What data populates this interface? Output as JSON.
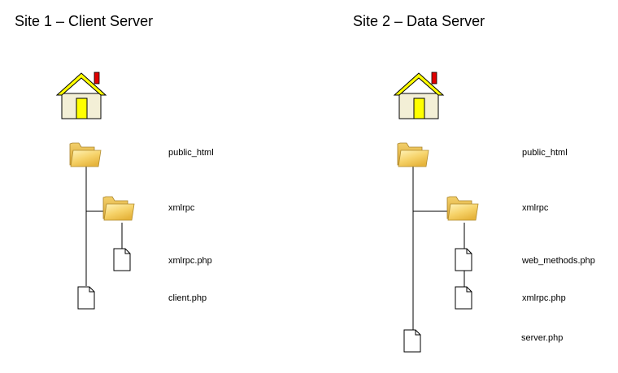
{
  "sites": [
    {
      "title": "Site 1 – Client Server",
      "items": {
        "public_html": "public_html",
        "xmlrpc_dir": "xmlrpc",
        "xmlrpc_php": "xmlrpc.php",
        "client_php": "client.php"
      }
    },
    {
      "title": "Site 2 – Data Server",
      "items": {
        "public_html": "public_html",
        "xmlrpc_dir": "xmlrpc",
        "web_methods_php": "web_methods.php",
        "xmlrpc_php": "xmlrpc.php",
        "server_php": "server.php"
      }
    }
  ],
  "colors": {
    "house_wall": "#f3efd6",
    "house_roof": "#ffff00",
    "house_door": "#ffff00",
    "chimney": "#e00000",
    "folder": "#f8d470",
    "line": "#000000"
  },
  "icons": [
    "house-icon",
    "folder-icon",
    "file-icon"
  ]
}
